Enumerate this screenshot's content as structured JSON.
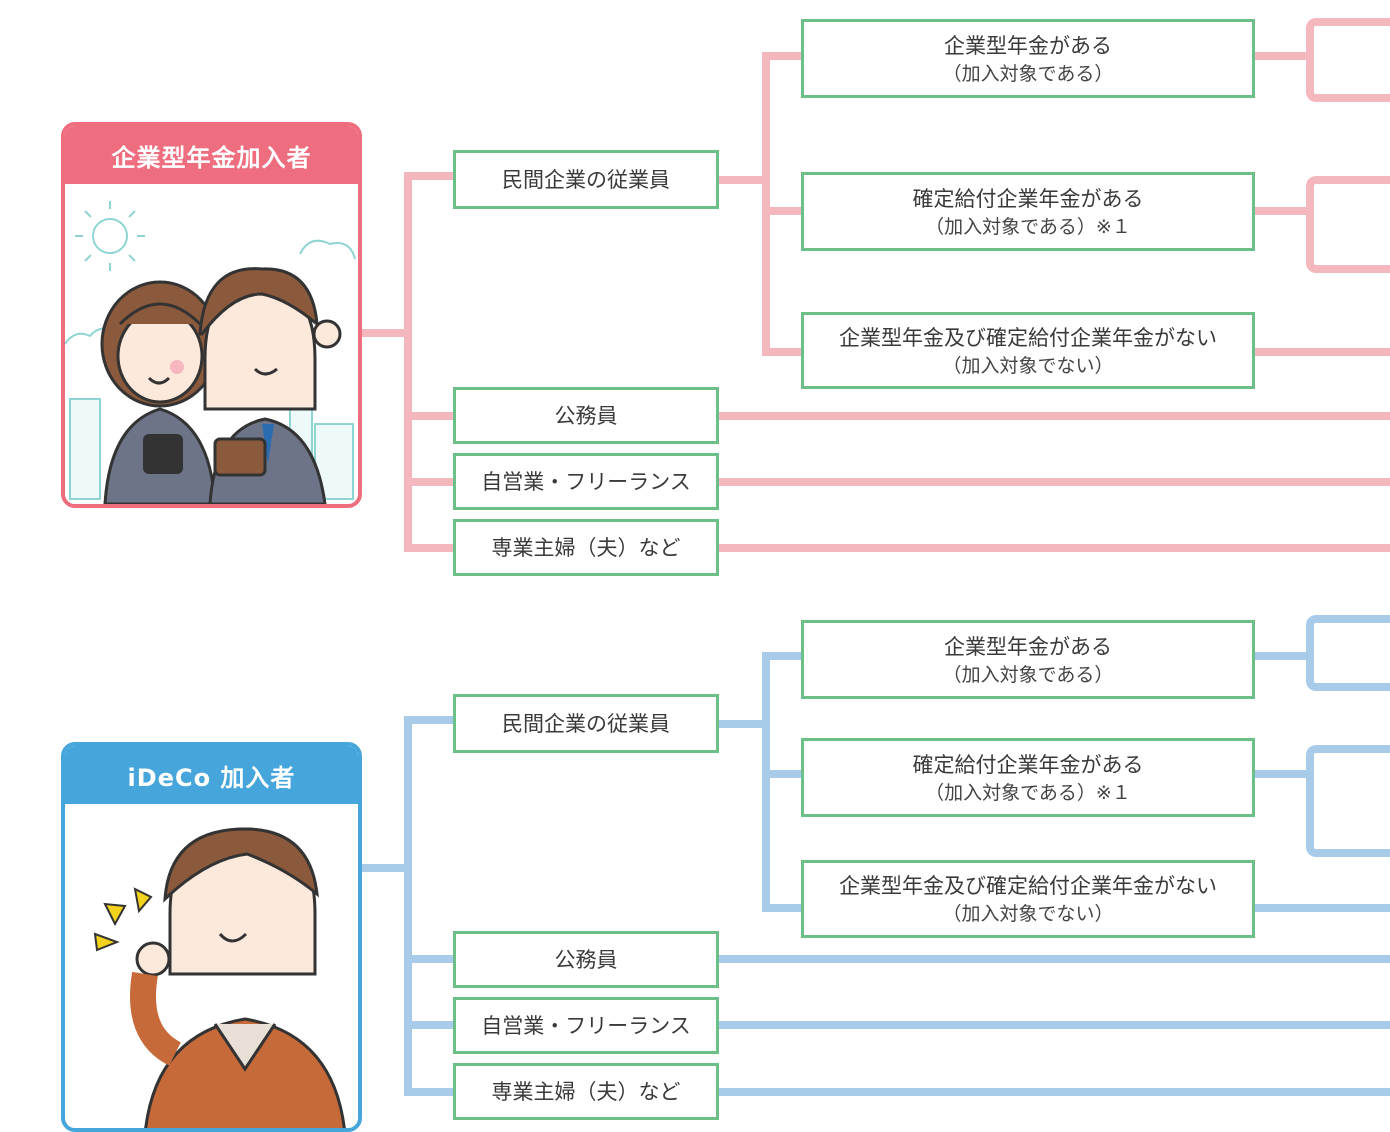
{
  "colors": {
    "pink_line": "#f4b7bd",
    "blue_line": "#a9cbea",
    "box_border": "#6cbf86",
    "pink_card": "#ee6e7f",
    "blue_card": "#46a6dc"
  },
  "top": {
    "card_title": "企業型年金加入者",
    "employee": "民間企業の従業員",
    "corp_pension": "企業型年金がある",
    "corp_pension_sub": "（加入対象である）",
    "db_pension": "確定給付企業年金がある",
    "db_pension_sub": "（加入対象である）※１",
    "no_pension": "企業型年金及び確定給付企業年金がない",
    "no_pension_sub": "（加入対象でない）",
    "civil_servant": "公務員",
    "self_employed": "自営業・フリーランス",
    "homemaker": "専業主婦（夫）など"
  },
  "bottom": {
    "card_title": "iDeCo 加入者",
    "employee": "民間企業の従業員",
    "corp_pension": "企業型年金がある",
    "corp_pension_sub": "（加入対象である）",
    "db_pension": "確定給付企業年金がある",
    "db_pension_sub": "（加入対象である）※１",
    "no_pension": "企業型年金及び確定給付企業年金がない",
    "no_pension_sub": "（加入対象でない）",
    "civil_servant": "公務員",
    "self_employed": "自営業・フリーランス",
    "homemaker": "専業主婦（夫）など"
  }
}
